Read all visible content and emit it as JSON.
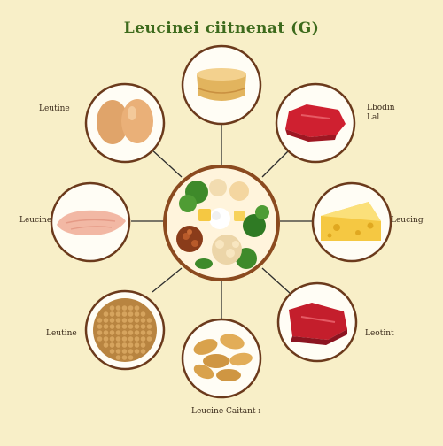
{
  "title": "Leucinei ciitnenat (G)",
  "labels": {
    "eggs": "Leutine",
    "beef": "Lbodin\nLal",
    "chicken": "Leucine",
    "cheese": "Leucing",
    "lentils": "Leutine",
    "steak": "Leotint",
    "nuts": "Leucine Caitant ı"
  },
  "colors": {
    "background": "#f8efc8",
    "title": "#3d6a1c",
    "ring_border": "#6b3a1c",
    "connector": "#2e2e2e",
    "center_bowl": "#8b4a1f"
  },
  "icons": {
    "top": "soup-bowl-icon",
    "upper_left": "eggs-icon",
    "upper_right": "beef-icon",
    "left": "chicken-breast-icon",
    "right": "cheese-icon",
    "lower_left": "lentils-icon",
    "lower_right": "steak-icon",
    "bottom": "peanuts-icon",
    "center": "mixed-food-bowl-icon"
  }
}
